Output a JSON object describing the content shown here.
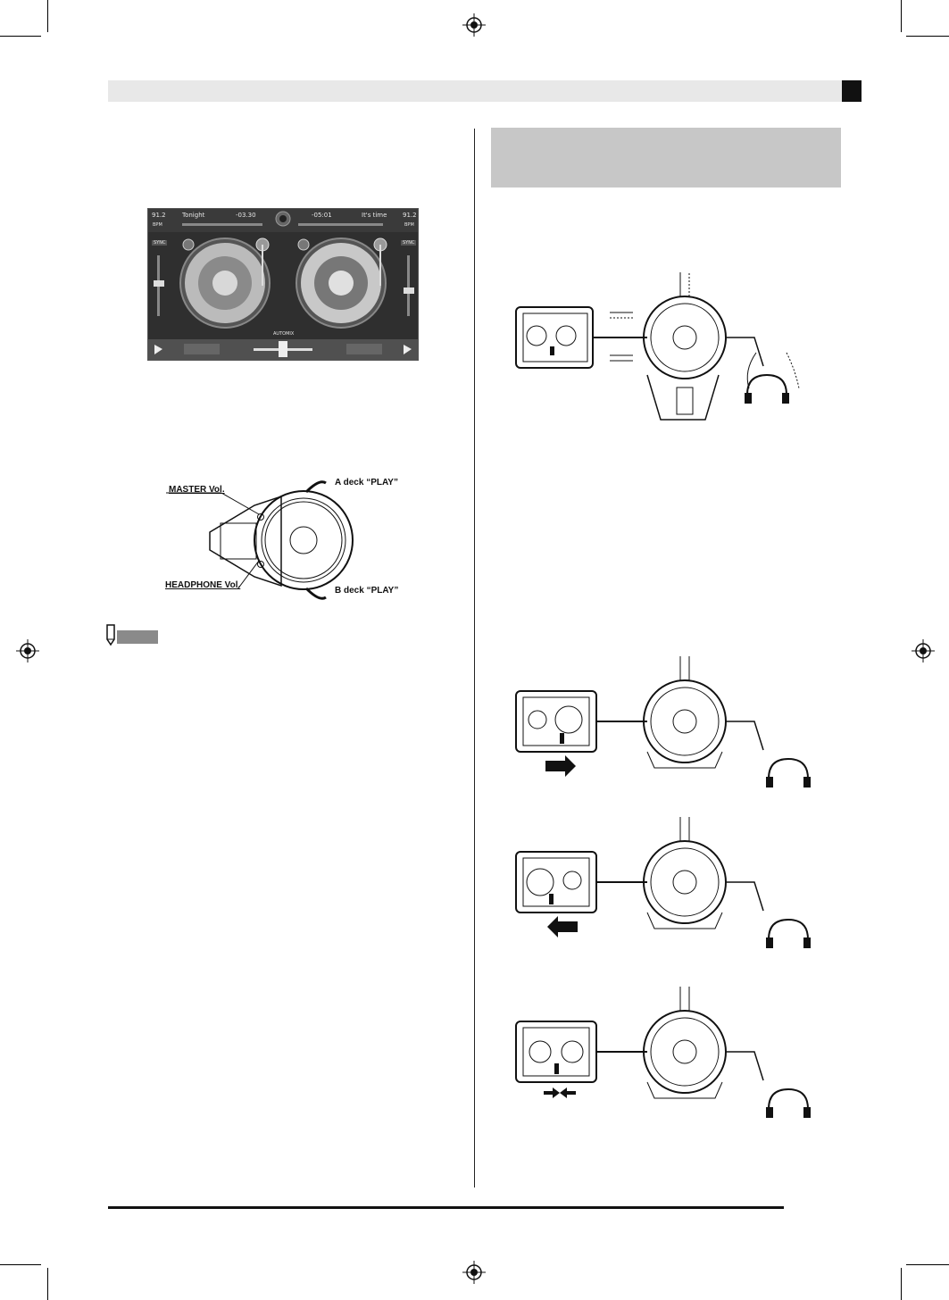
{
  "app_screenshot": {
    "left_bpm_value": "91.2",
    "left_bpm_unit": "BPM",
    "left_track": "Tonight",
    "left_time": "-03.30",
    "right_time": "-05:01",
    "right_track": "It's time",
    "right_bpm_value": "91.2",
    "right_bpm_unit": "BPM",
    "sync_left": "SYNC",
    "sync_right": "SYNC",
    "automix": "AUTOMIX"
  },
  "controller_diagram": {
    "master_vol": "MASTER Vol.",
    "headphone_vol": "HEADPHONE Vol.",
    "a_deck_play": "A deck “PLAY”",
    "b_deck_play": "B deck “PLAY”"
  },
  "icons": [
    "registration-mark-icon",
    "pencil-note-icon",
    "headphones-icon",
    "tablet-icon",
    "arrow-right-icon",
    "arrow-left-icon",
    "play-icon"
  ],
  "colors": {
    "header_bar": "#e8e8e8",
    "section_box": "#c7c7c7",
    "ink": "#111111"
  }
}
